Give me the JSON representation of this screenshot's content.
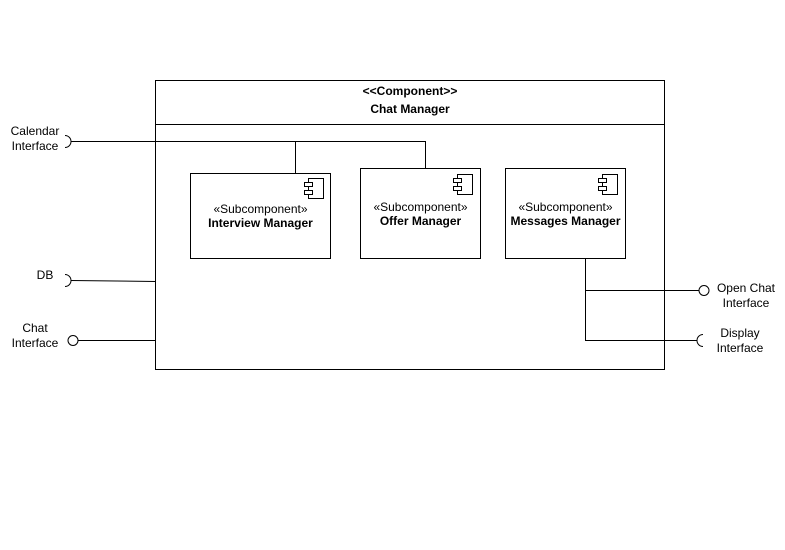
{
  "component": {
    "stereotype": "<<Component>>",
    "name": "Chat Manager"
  },
  "subcomponents": [
    {
      "stereotype": "«Subcomponent»",
      "name": "Interview Manager"
    },
    {
      "stereotype": "«Subcomponent»",
      "name": "Offer Manager"
    },
    {
      "stereotype": "«Subcomponent»",
      "name": "Messages Manager"
    }
  ],
  "interfaces": {
    "calendar": [
      "Calendar",
      "Interface"
    ],
    "db": "DB",
    "chat": [
      "Chat",
      "Interface"
    ],
    "open_chat": [
      "Open Chat",
      "Interface"
    ],
    "display": [
      "Display",
      "Interface"
    ]
  }
}
